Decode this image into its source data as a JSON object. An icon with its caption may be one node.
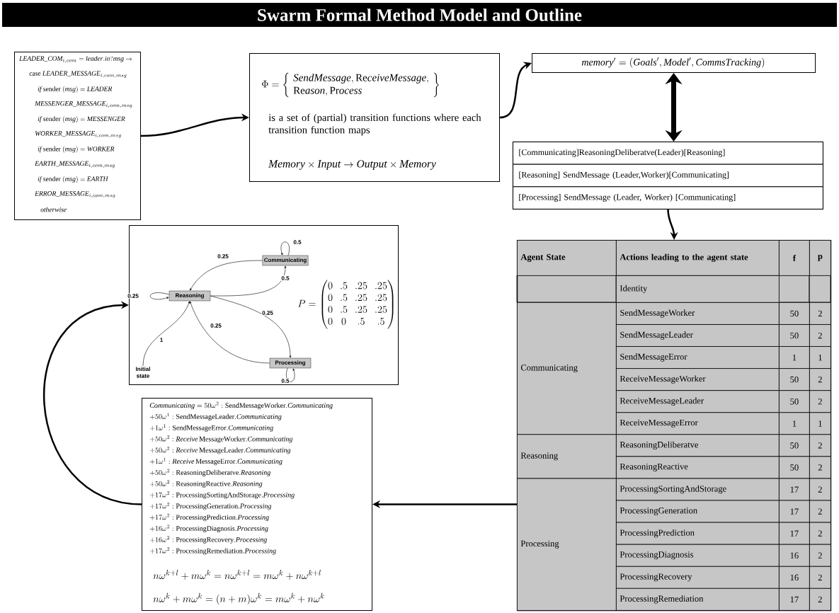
{
  "diagram": {
    "title": "Swarm Formal Method Model and Outline",
    "nodes": [
      {
        "text": [
          "\\mathit{LEADER\\_COM}_{i,com} = \\mathit{leader.in?msg} \\rightarrow",
          "\\mathrm{case}\\ \\mathit{LEADER\\_MESSAGE}_{i,com,msg}",
          "\\mathit{if}\\ \\mathrm{sender}\\ (\\mathit{msg}) = \\mathit{LEADER}",
          "\\mathit{MESSENGER\\_MESSAGE}_{i,com,msg}",
          "\\mathit{if}\\ \\mathrm{sender}\\ (\\mathit{msg}) = \\mathit{MESSENGER}",
          "\\mathit{WORKER\\_MESSAGE}_{i,com,msg}",
          "\\mathit{if}\\ \\mathrm{sender}\\ (\\mathit{msg}) = \\mathit{WORKER}",
          "\\mathit{EARTH\\_MESSAGE}_{i,com,msg}",
          "\\mathit{if}\\ \\mathrm{sender}\\ (\\mathit{msg}) = \\mathit{EARTH}",
          "\\mathit{ERROR\\_MESSAGE}_{i,com,msg}",
          "\\mathit{otherwise}"
        ]
      },
      {
        "text": [
          "\\Phi = \\left\\{\\begin{array}{l}\\mathit{SendMessage}, \\mathrm{Re}\\mathit{ceiveMessage},\\\\ \\mathrm{Re}\\mathit{ason}, \\mathrm{Pr}\\mathit{ocess}\\end{array}\\right\\}",
          "is a set of (partial) transition functions where each transition function maps",
          "\\mathit{Memory}\\times \\mathit{Input}\\rightarrow \\mathit{Output}\\times \\mathit{Memory}"
        ]
      },
      {
        "text": [
          "\\mathit{memory}' = (\\mathit{Goals}', \\mathit{Model}', \\mathit{CommsTracking})"
        ]
      },
      {
        "text": [
          "[Communicating]ReasoningDeliberatve(Leader)[Reasoning]",
          "[Reasoning] SendMessage (Leader,Worker)[Communicating]",
          "[Processing] SendMessage (Leader, Worker) [Communicating]"
        ]
      },
      {
        "text": [
          "Agent State",
          "Actions leading to the agent state",
          "f",
          "p",
          "Identity",
          "Communicating",
          "SendMessageWorker",
          "50",
          "2",
          "SendMessageLeader",
          "50",
          "2",
          "SendMessageError",
          "1",
          "1",
          "ReceiveMessageWorker",
          "50",
          "2",
          "ReceiveMessageLeader",
          "50",
          "2",
          "ReceiveMessageError",
          "1",
          "1",
          "Reasoning",
          "ReasoningDeliberatve",
          "50",
          "2",
          "ReasoningReactive",
          "50",
          "2",
          "Processing",
          "ProcessingSortingAndStorage",
          "17",
          "2",
          "ProcessingGeneration",
          "17",
          "2",
          "ProcessingPrediction",
          "17",
          "2",
          "ProcessingDiagnosis",
          "16",
          "2",
          "ProcessingRecovery",
          "16",
          "2",
          "ProcessingRemediation",
          "17",
          "2"
        ]
      },
      {
        "text": [
          "P = \\begin{pmatrix}0 & .5 & .25 & .25\\\\ 0 & .5 & .25 & .25\\\\ 0 & .5 & .25 & .25\\\\ 0 & 0 & .5 & .5\\end{pmatrix}"
        ]
      },
      {
        "text": [
          "Communicating"
        ],
        "in": 5
      },
      {
        "text": [
          "Reasoning"
        ],
        "in": 5
      },
      {
        "text": [
          "Processing"
        ],
        "in": 5
      },
      {
        "text": [
          "Initial state"
        ],
        "in": 5
      },
      {
        "text": [
          "\\mathit{Communicating} = 50\\omega^{2} : \\mathrm{SendMessageWorker}.\\mathit{Communicating}",
          "+50\\omega^{1} : \\mathrm{SendMessageLeader}.\\mathit{Communicating}",
          "+1\\omega^{1} : \\mathrm{SendMessageError}.\\mathit{Communicating}",
          "+50\\omega^{2} : \\mathit{Receive}\\,\\mathrm{MessageWorker}.\\mathit{Communicating}",
          "+50\\omega^{2} : \\mathit{Receive}\\,\\mathrm{MessageLeader}.\\mathit{Communicating}",
          "+1\\omega^{1} : \\mathit{Receive}\\,\\mathrm{MessageError}.\\mathit{Communicating}",
          "+50\\omega^{2} : \\mathrm{ReasoningDeliberatve}.\\mathit{Reasoning}",
          "+50\\omega^{2} : \\mathrm{ReasoningReactive}.\\mathit{Reasoning}",
          "+17\\omega^{2} : \\mathrm{ProcessingSortingAndStorage}.\\mathit{Processing}",
          "+17\\omega^{2} : \\mathrm{ProcessingGeneration}.\\mathit{Processing}",
          "+17\\omega^{2} : \\mathrm{ProcessingPrediction}.\\mathit{Processing}",
          "+16\\omega^{2} : \\mathrm{ProcessingDiagnosis}.\\mathit{Processing}",
          "+16\\omega^{2} : \\mathrm{ProcessingRecovery}.\\mathit{Processing}",
          "+17\\omega^{2} : \\mathrm{ProcessingRemediation}.\\mathit{Processing}",
          "n\\omega^{k+l} + m\\omega^{k} = n\\omega^{k+l} = m\\omega^{k} + n\\omega^{k+l}",
          "n\\omega^{k} + m\\omega^{k} = (n+m)\\omega^{k} = m\\omega^{k} + n\\omega^{k}"
        ]
      }
    ],
    "edges": [
      {
        "from": 0,
        "to": 1,
        "arrow": "to",
        "style": "thick"
      },
      {
        "from": 1,
        "to": 2,
        "arrow": "to",
        "style": "thick"
      },
      {
        "from": 2,
        "to": 3,
        "arrow": "both",
        "style": "thick"
      },
      {
        "from": 3,
        "to": 4,
        "arrow": "to",
        "style": "thick"
      },
      {
        "from": 4,
        "to": 10,
        "arrow": "to",
        "style": "thick"
      },
      {
        "from": 10,
        "to": 5,
        "arrow": "to",
        "style": "thick"
      },
      {
        "from": 6,
        "to": 7,
        "arrow": "to",
        "label": "0.25"
      },
      {
        "from": 7,
        "to": 6,
        "arrow": "to",
        "label": "0.5"
      },
      {
        "from": 7,
        "to": 8,
        "arrow": "to",
        "label": "0.25"
      },
      {
        "from": 8,
        "to": 7,
        "arrow": "to",
        "label": "0.25"
      },
      {
        "from": 9,
        "to": 7,
        "arrow": "to",
        "label": "1"
      },
      {
        "from": 7,
        "to": 7,
        "arrow": "to",
        "label": "0.25"
      },
      {
        "from": 6,
        "to": 6,
        "arrow": "to",
        "label": "0.5"
      },
      {
        "from": 8,
        "to": 8,
        "arrow": "to",
        "label": "0.5"
      }
    ]
  }
}
